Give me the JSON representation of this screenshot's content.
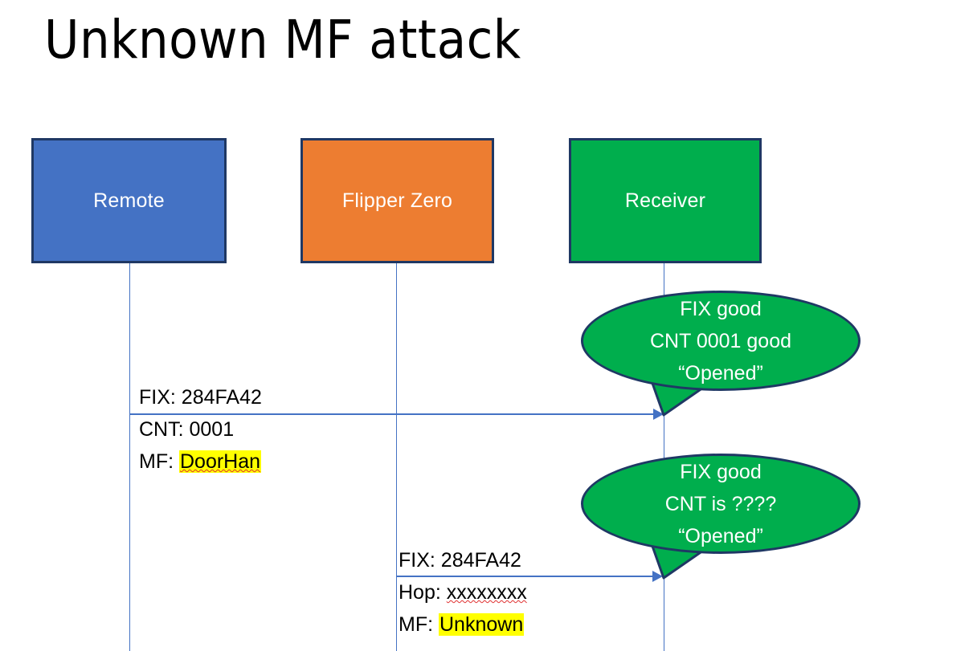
{
  "slide": {
    "title": "Unknown MF attack",
    "background": "#ffffff"
  },
  "colors": {
    "remote_fill": "#4472C4",
    "flipper_fill": "#ED7D31",
    "receiver_fill": "#00AE4D",
    "box_border": "#1F3864",
    "arrow": "#4472C4",
    "highlight": "#FFFF00",
    "text": "#000000",
    "box_text": "#FFFFFF"
  },
  "actors": [
    {
      "id": "remote",
      "label": "Remote"
    },
    {
      "id": "flipper",
      "label": "Flipper Zero"
    },
    {
      "id": "receiver",
      "label": "Receiver"
    }
  ],
  "messages": [
    {
      "id": "remote-to-receiver",
      "from": "remote",
      "to": "receiver",
      "lines": [
        {
          "prefix": "FIX: ",
          "value": "284FA42",
          "highlight": false,
          "spellerror": false
        },
        {
          "prefix": "CNT: ",
          "value": "0001",
          "highlight": false,
          "spellerror": false
        },
        {
          "prefix": "MF: ",
          "value": "DoorHan",
          "highlight": true,
          "spellerror": true
        }
      ]
    },
    {
      "id": "flipper-to-receiver",
      "from": "flipper",
      "to": "receiver",
      "lines": [
        {
          "prefix": "FIX: ",
          "value": "284FA42",
          "highlight": false,
          "spellerror": false
        },
        {
          "prefix": "Hop: ",
          "value": "xxxxxxxx",
          "highlight": false,
          "spellerror": true
        },
        {
          "prefix": "MF: ",
          "value": "Unknown",
          "highlight": true,
          "spellerror": false
        }
      ]
    }
  ],
  "callouts": [
    {
      "id": "callout-first",
      "lines": [
        "FIX good",
        "CNT 0001 good",
        "“Opened”"
      ]
    },
    {
      "id": "callout-second",
      "lines": [
        "FIX good",
        "CNT is ????",
        "“Opened”"
      ]
    }
  ]
}
